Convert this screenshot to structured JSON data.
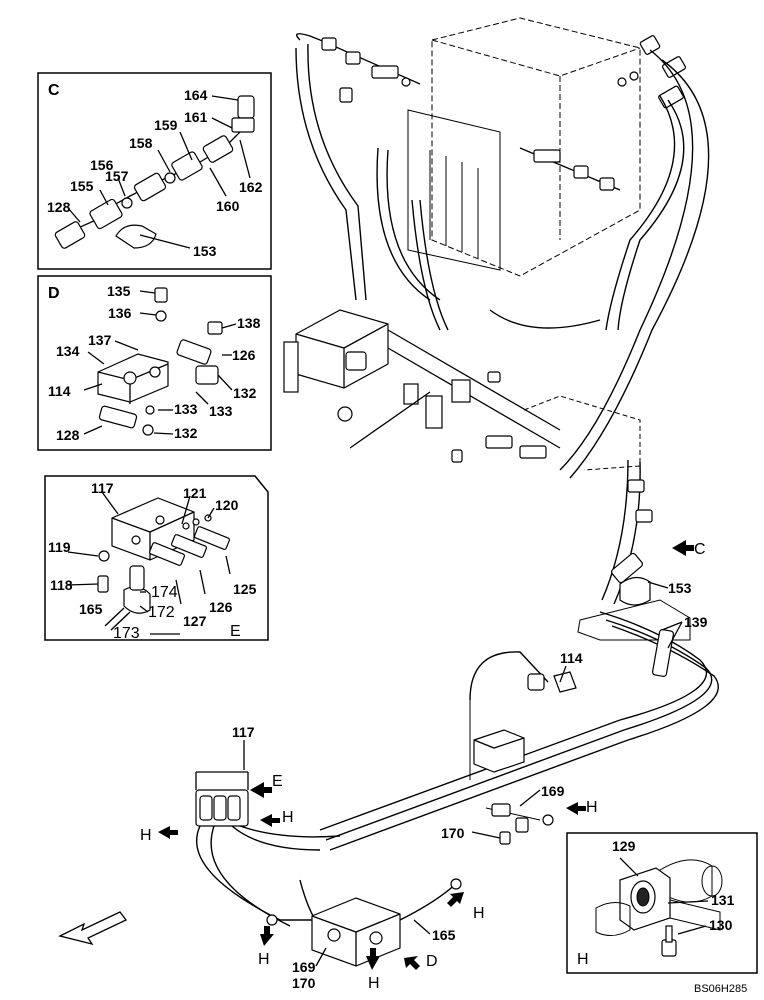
{
  "diagram": {
    "doc_code": "BS06H285",
    "insets": {
      "C": {
        "letter": "C",
        "parts": [
          "164",
          "161",
          "159",
          "158",
          "156",
          "157",
          "155",
          "128",
          "162",
          "160",
          "153"
        ]
      },
      "D": {
        "letter": "D",
        "parts": [
          "135",
          "136",
          "138",
          "137",
          "134",
          "126",
          "114",
          "132",
          "133",
          "133",
          "128",
          "132"
        ]
      },
      "E": {
        "letter": "E",
        "parts": [
          "117",
          "121",
          "120",
          "119",
          "174",
          "118",
          "125",
          "172",
          "126",
          "127",
          "165",
          "173"
        ]
      },
      "H": {
        "letter": "H",
        "parts": [
          "129",
          "131",
          "130"
        ]
      }
    },
    "main_labels": {
      "l117": "117",
      "l114": "114",
      "l139": "139",
      "l153": "153",
      "l169a": "169",
      "l170a": "170",
      "l165": "165",
      "l169b": "169",
      "l170b": "170"
    },
    "view_arrows": {
      "c": "C",
      "d": "D",
      "e": "E",
      "h1": "H",
      "h2": "H",
      "h3": "H",
      "h4": "H",
      "h5": "H",
      "h6": "H"
    }
  }
}
